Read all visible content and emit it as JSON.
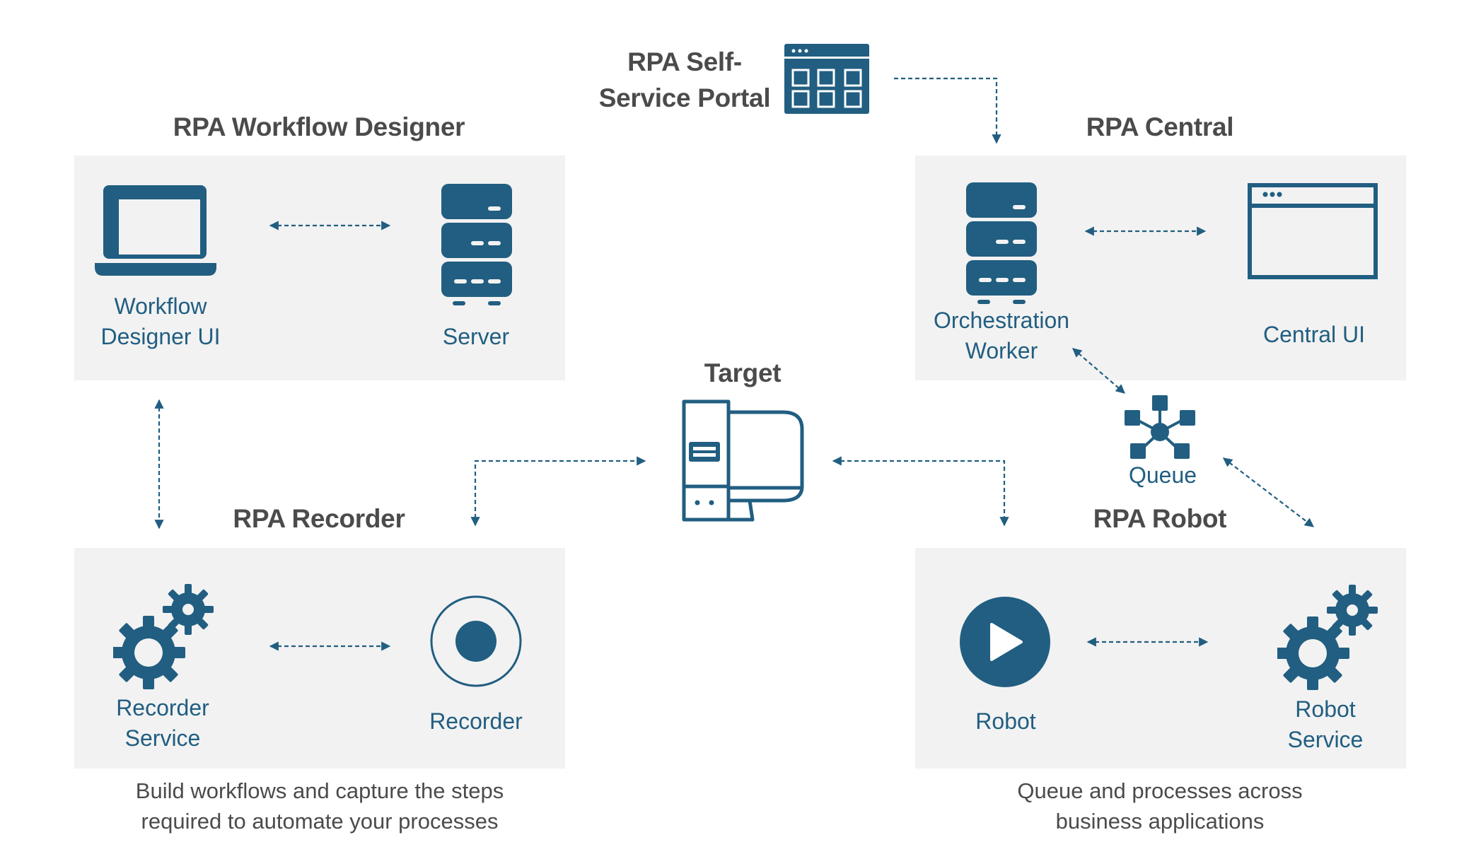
{
  "colors": {
    "accent": "#215e81",
    "panel": "#f2f2f2",
    "title": "#4b4b4b"
  },
  "portal": {
    "title_line1": "RPA Self-",
    "title_line2": "Service Portal",
    "icon": "portal-grid-icon"
  },
  "designer": {
    "title": "RPA Workflow Designer",
    "nodes": [
      {
        "label": "Workflow\nDesigner UI",
        "icon": "laptop-icon"
      },
      {
        "label": "Server",
        "icon": "server-icon"
      }
    ]
  },
  "central": {
    "title": "RPA Central",
    "nodes": [
      {
        "label": "Orchestration\nWorker",
        "icon": "server-icon"
      },
      {
        "label": "Central UI",
        "icon": "browser-window-icon"
      }
    ]
  },
  "target": {
    "title": "Target",
    "icon": "desktop-computer-icon"
  },
  "queue": {
    "label": "Queue",
    "icon": "network-hub-icon"
  },
  "recorder": {
    "title": "RPA Recorder",
    "nodes": [
      {
        "label": "Recorder\nService",
        "icon": "gears-icon"
      },
      {
        "label": "Recorder",
        "icon": "record-button-icon"
      }
    ],
    "caption": "Build workflows and capture the steps\nrequired to automate your processes"
  },
  "robot": {
    "title": "RPA Robot",
    "nodes": [
      {
        "label": "Robot",
        "icon": "play-button-icon"
      },
      {
        "label": "Robot\nService",
        "icon": "gears-icon"
      }
    ],
    "caption": "Queue and processes across\nbusiness applications"
  },
  "connections": [
    {
      "from": "Workflow Designer UI",
      "to": "Server",
      "direction": "both"
    },
    {
      "from": "Workflow Designer UI",
      "to": "Recorder Service",
      "direction": "both"
    },
    {
      "from": "Recorder",
      "to": "Target",
      "direction": "both"
    },
    {
      "from": "Target",
      "to": "Robot",
      "direction": "both"
    },
    {
      "from": "RPA Self-Service Portal",
      "to": "RPA Central",
      "direction": "forward"
    },
    {
      "from": "Orchestration Worker",
      "to": "Central UI",
      "direction": "both"
    },
    {
      "from": "Orchestration Worker",
      "to": "Queue",
      "direction": "both"
    },
    {
      "from": "Queue",
      "to": "Robot Service",
      "direction": "both"
    },
    {
      "from": "Recorder Service",
      "to": "Recorder",
      "direction": "both"
    },
    {
      "from": "Robot",
      "to": "Robot Service",
      "direction": "both"
    }
  ]
}
